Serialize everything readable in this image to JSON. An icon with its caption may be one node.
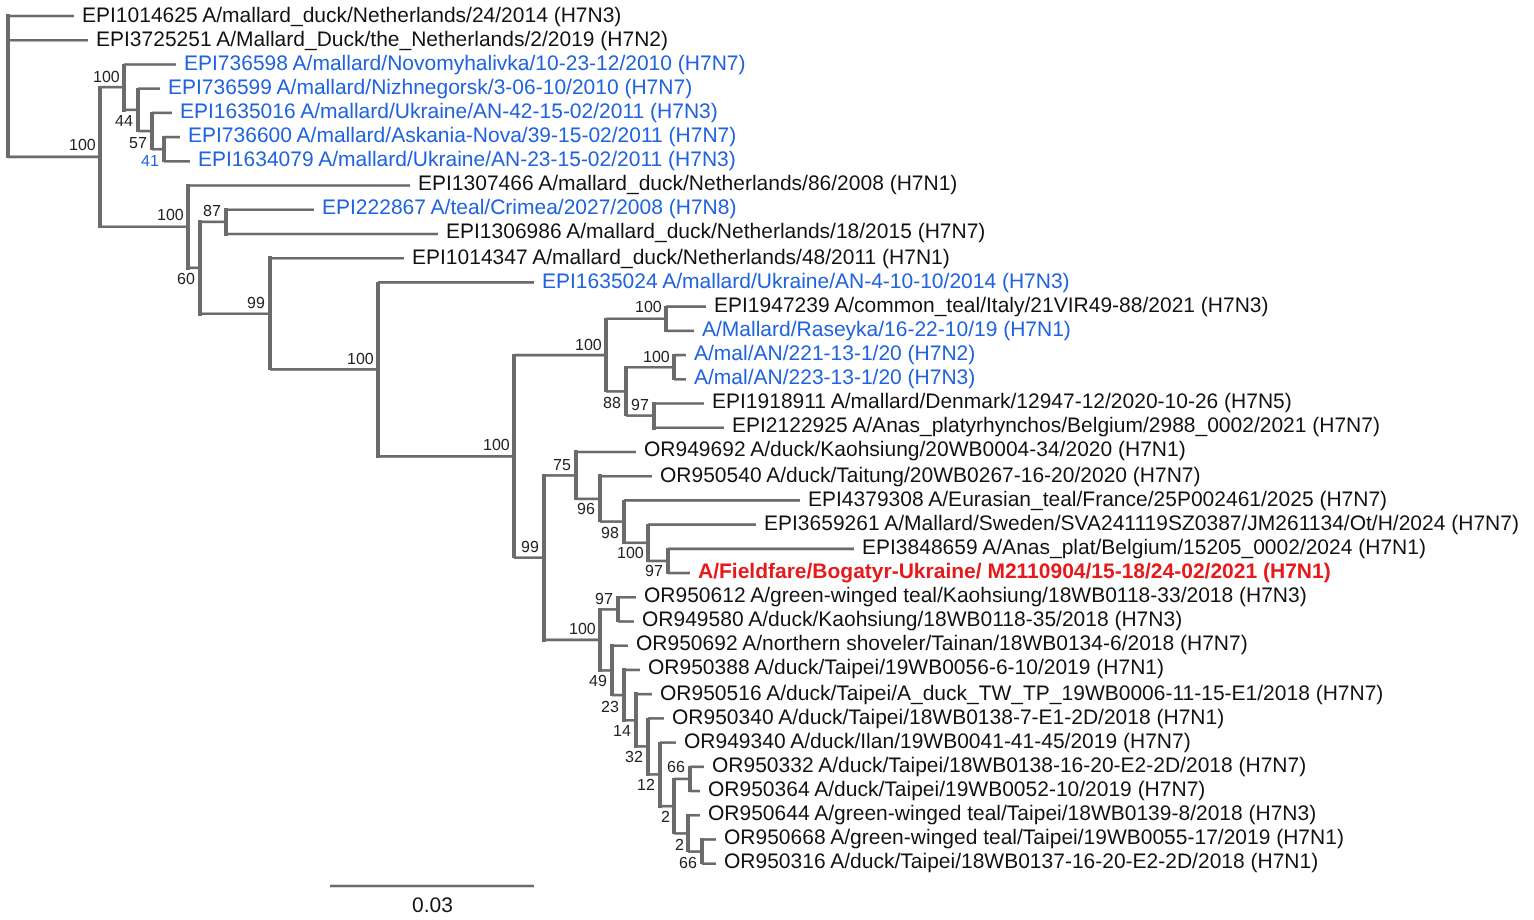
{
  "diagram": {
    "nodes": [
      {
        "text": [],
        "shape": "line"
      },
      {
        "text": [
          "EPI1014625 A/mallard_duck/Netherlands/24/2014 (H7N3)"
        ]
      },
      {
        "text": [
          "EPI3725251 A/Mallard_Duck/the_Netherlands/2/2019 (H7N2)"
        ]
      },
      {
        "text": [],
        "shape": "line",
        "beside": [
          "100"
        ]
      },
      {
        "text": [],
        "shape": "line",
        "beside": [
          "100"
        ]
      },
      {
        "text": [
          "EPI736598 A/mallard/Novomyhalivka/10-23-12/2010 (H7N7)"
        ]
      },
      {
        "text": [],
        "shape": "line",
        "beside": [
          "44"
        ]
      },
      {
        "text": [
          "EPI736599 A/mallard/Nizhnegorsk/3-06-10/2010 (H7N7)"
        ]
      },
      {
        "text": [],
        "shape": "line",
        "beside": [
          "57"
        ]
      },
      {
        "text": [
          "EPI1635016 A/mallard/Ukraine/AN-42-15-02/2011 (H7N3)"
        ]
      },
      {
        "text": [],
        "shape": "line",
        "beside": [
          "41"
        ]
      },
      {
        "text": [
          "EPI736600 A/mallard/Askania-Nova/39-15-02/2011 (H7N7)"
        ]
      },
      {
        "text": [
          "EPI1634079 A/mallard/Ukraine/AN-23-15-02/2011 (H7N3)"
        ]
      },
      {
        "text": [],
        "shape": "line",
        "beside": [
          "100"
        ]
      },
      {
        "text": [
          "EPI1307466 A/mallard_duck/Netherlands/86/2008 (H7N1)"
        ]
      },
      {
        "text": [],
        "shape": "line",
        "beside": [
          "60"
        ]
      },
      {
        "text": [],
        "shape": "line",
        "beside": [
          "87"
        ]
      },
      {
        "text": [
          "EPI222867 A/teal/Crimea/2027/2008 (H7N8)"
        ]
      },
      {
        "text": [
          "EPI1306986 A/mallard_duck/Netherlands/18/2015 (H7N7)"
        ]
      },
      {
        "text": [],
        "shape": "line",
        "beside": [
          "99"
        ]
      },
      {
        "text": [
          "EPI1014347 A/mallard_duck/Netherlands/48/2011 (H7N1)"
        ]
      },
      {
        "text": [],
        "shape": "line",
        "beside": [
          "100"
        ]
      },
      {
        "text": [
          "EPI1635024 A/mallard/Ukraine/AN-4-10-10/2014 (H7N3)"
        ]
      },
      {
        "text": [],
        "shape": "line",
        "beside": [
          "100"
        ]
      },
      {
        "text": [],
        "shape": "line",
        "beside": [
          "100"
        ]
      },
      {
        "text": [],
        "shape": "line",
        "beside": [
          "100"
        ]
      },
      {
        "text": [
          "EPI1947239 A/common_teal/Italy/21VIR49-88/2021 (H7N3)"
        ]
      },
      {
        "text": [
          "A/Mallard/Raseyka/16-22-10/19 (H7N1)"
        ]
      },
      {
        "text": [],
        "shape": "line",
        "beside": [
          "88"
        ]
      },
      {
        "text": [],
        "shape": "line",
        "beside": [
          "100"
        ]
      },
      {
        "text": [
          "A/mal/AN/221-13-1/20 (H7N2)"
        ]
      },
      {
        "text": [
          "A/mal/AN/223-13-1/20 (H7N3)"
        ]
      },
      {
        "text": [],
        "shape": "line",
        "beside": [
          "97"
        ]
      },
      {
        "text": [
          "EPI1918911 A/mallard/Denmark/12947-12/2020-10-26 (H7N5)"
        ]
      },
      {
        "text": [
          "EPI2122925 A/Anas_platyrhynchos/Belgium/2988_0002/2021 (H7N7)"
        ]
      },
      {
        "text": [],
        "shape": "line",
        "beside": [
          "99"
        ]
      },
      {
        "text": [],
        "shape": "line",
        "beside": [
          "75"
        ]
      },
      {
        "text": [
          "OR949692 A/duck/Kaohsiung/20WB0004-34/2020 (H7N1)"
        ]
      },
      {
        "text": [],
        "shape": "line",
        "beside": [
          "96"
        ]
      },
      {
        "text": [
          "OR950540 A/duck/Taitung/20WB0267-16-20/2020 (H7N7)"
        ]
      },
      {
        "text": [],
        "shape": "line",
        "beside": [
          "98"
        ]
      },
      {
        "text": [
          "EPI4379308 A/Eurasian_teal/France/25P002461/2025 (H7N7)"
        ]
      },
      {
        "text": [],
        "shape": "line",
        "beside": [
          "100"
        ]
      },
      {
        "text": [
          "EPI3659261 A/Mallard/Sweden/SVA241119SZ0387/JM261134/Ot/H/2024 (H7N7)"
        ]
      },
      {
        "text": [],
        "shape": "line",
        "beside": [
          "97"
        ]
      },
      {
        "text": [
          "EPI3848659 A/Anas_plat/Belgium/15205_0002/2024 (H7N1)"
        ]
      },
      {
        "text": [
          "A/Fieldfare/Bogatyr-Ukraine/ M2110904/15-18/24-02/2021 (H7N1)"
        ]
      },
      {
        "text": [],
        "shape": "line",
        "beside": [
          "100"
        ]
      },
      {
        "text": [],
        "shape": "line",
        "beside": [
          "97"
        ]
      },
      {
        "text": [
          "OR950612 A/green-winged teal/Kaohsiung/18WB0118-33/2018 (H7N3)"
        ]
      },
      {
        "text": [
          "OR949580 A/duck/Kaohsiung/18WB0118-35/2018 (H7N3)"
        ]
      },
      {
        "text": [],
        "shape": "line",
        "beside": [
          "49"
        ]
      },
      {
        "text": [
          "OR950692 A/northern shoveler/Tainan/18WB0134-6/2018 (H7N7)"
        ]
      },
      {
        "text": [],
        "shape": "line",
        "beside": [
          "23"
        ]
      },
      {
        "text": [
          "OR950388 A/duck/Taipei/19WB0056-6-10/2019 (H7N1)"
        ]
      },
      {
        "text": [],
        "shape": "line",
        "beside": [
          "14"
        ]
      },
      {
        "text": [
          "OR950516 A/duck/Taipei/A_duck_TW_TP_19WB0006-11-15-E1/2018 (H7N7)"
        ]
      },
      {
        "text": [],
        "shape": "line",
        "beside": [
          "32"
        ]
      },
      {
        "text": [
          "OR950340 A/duck/Taipei/18WB0138-7-E1-2D/2018 (H7N1)"
        ]
      },
      {
        "text": [],
        "shape": "line",
        "beside": [
          "12"
        ]
      },
      {
        "text": [
          "OR949340 A/duck/Ilan/19WB0041-41-45/2019 (H7N7)"
        ]
      },
      {
        "text": [],
        "shape": "line",
        "beside": [
          "2"
        ]
      },
      {
        "text": [],
        "shape": "line",
        "beside": [
          "66"
        ]
      },
      {
        "text": [
          "OR950332 A/duck/Taipei/18WB0138-16-20-E2-2D/2018 (H7N7)"
        ]
      },
      {
        "text": [
          "OR950364 A/duck/Taipei/19WB0052-10/2019 (H7N7)"
        ]
      },
      {
        "text": [],
        "shape": "line",
        "beside": [
          "2"
        ]
      },
      {
        "text": [
          "OR950644 A/green-winged teal/Taipei/18WB0139-8/2018 (H7N3)"
        ]
      },
      {
        "text": [],
        "shape": "line",
        "beside": [
          "66"
        ]
      },
      {
        "text": [
          "OR950668 A/green-winged teal/Taipei/19WB0055-17/2019 (H7N1)"
        ]
      },
      {
        "text": [
          "OR950316 A/duck/Taipei/18WB0137-16-20-E2-2D/2018 (H7N1)"
        ]
      }
    ],
    "edges": [
      {
        "from": 0,
        "to": 1,
        "arrow": "none"
      },
      {
        "from": 0,
        "to": 2,
        "arrow": "none"
      },
      {
        "from": 0,
        "to": 3,
        "arrow": "none"
      },
      {
        "from": 3,
        "to": 4,
        "arrow": "none"
      },
      {
        "from": 4,
        "to": 5,
        "arrow": "none"
      },
      {
        "from": 4,
        "to": 6,
        "arrow": "none"
      },
      {
        "from": 6,
        "to": 7,
        "arrow": "none"
      },
      {
        "from": 6,
        "to": 8,
        "arrow": "none"
      },
      {
        "from": 8,
        "to": 9,
        "arrow": "none"
      },
      {
        "from": 8,
        "to": 10,
        "arrow": "none"
      },
      {
        "from": 10,
        "to": 11,
        "arrow": "none"
      },
      {
        "from": 10,
        "to": 12,
        "arrow": "none"
      },
      {
        "from": 3,
        "to": 13,
        "arrow": "none"
      },
      {
        "from": 13,
        "to": 14,
        "arrow": "none"
      },
      {
        "from": 13,
        "to": 15,
        "arrow": "none"
      },
      {
        "from": 15,
        "to": 16,
        "arrow": "none"
      },
      {
        "from": 16,
        "to": 17,
        "arrow": "none"
      },
      {
        "from": 16,
        "to": 18,
        "arrow": "none"
      },
      {
        "from": 15,
        "to": 19,
        "arrow": "none"
      },
      {
        "from": 19,
        "to": 20,
        "arrow": "none"
      },
      {
        "from": 19,
        "to": 21,
        "arrow": "none"
      },
      {
        "from": 21,
        "to": 22,
        "arrow": "none"
      },
      {
        "from": 21,
        "to": 23,
        "arrow": "none"
      },
      {
        "from": 23,
        "to": 24,
        "arrow": "none"
      },
      {
        "from": 24,
        "to": 25,
        "arrow": "none"
      },
      {
        "from": 25,
        "to": 26,
        "arrow": "none"
      },
      {
        "from": 25,
        "to": 27,
        "arrow": "none"
      },
      {
        "from": 24,
        "to": 28,
        "arrow": "none"
      },
      {
        "from": 28,
        "to": 29,
        "arrow": "none"
      },
      {
        "from": 29,
        "to": 30,
        "arrow": "none"
      },
      {
        "from": 29,
        "to": 31,
        "arrow": "none"
      },
      {
        "from": 28,
        "to": 32,
        "arrow": "none"
      },
      {
        "from": 32,
        "to": 33,
        "arrow": "none"
      },
      {
        "from": 32,
        "to": 34,
        "arrow": "none"
      },
      {
        "from": 23,
        "to": 35,
        "arrow": "none"
      },
      {
        "from": 35,
        "to": 36,
        "arrow": "none"
      },
      {
        "from": 36,
        "to": 37,
        "arrow": "none"
      },
      {
        "from": 36,
        "to": 38,
        "arrow": "none"
      },
      {
        "from": 38,
        "to": 39,
        "arrow": "none"
      },
      {
        "from": 38,
        "to": 40,
        "arrow": "none"
      },
      {
        "from": 40,
        "to": 41,
        "arrow": "none"
      },
      {
        "from": 40,
        "to": 42,
        "arrow": "none"
      },
      {
        "from": 42,
        "to": 43,
        "arrow": "none"
      },
      {
        "from": 42,
        "to": 44,
        "arrow": "none"
      },
      {
        "from": 44,
        "to": 45,
        "arrow": "none"
      },
      {
        "from": 44,
        "to": 46,
        "arrow": "none"
      },
      {
        "from": 35,
        "to": 47,
        "arrow": "none"
      },
      {
        "from": 47,
        "to": 48,
        "arrow": "none"
      },
      {
        "from": 48,
        "to": 49,
        "arrow": "none"
      },
      {
        "from": 48,
        "to": 50,
        "arrow": "none"
      },
      {
        "from": 47,
        "to": 51,
        "arrow": "none"
      },
      {
        "from": 51,
        "to": 52,
        "arrow": "none"
      },
      {
        "from": 51,
        "to": 53,
        "arrow": "none"
      },
      {
        "from": 53,
        "to": 54,
        "arrow": "none"
      },
      {
        "from": 53,
        "to": 55,
        "arrow": "none"
      },
      {
        "from": 55,
        "to": 56,
        "arrow": "none"
      },
      {
        "from": 55,
        "to": 57,
        "arrow": "none"
      },
      {
        "from": 57,
        "to": 58,
        "arrow": "none"
      },
      {
        "from": 57,
        "to": 59,
        "arrow": "none"
      },
      {
        "from": 59,
        "to": 60,
        "arrow": "none"
      },
      {
        "from": 59,
        "to": 61,
        "arrow": "none"
      },
      {
        "from": 61,
        "to": 62,
        "arrow": "none"
      },
      {
        "from": 62,
        "to": 63,
        "arrow": "none"
      },
      {
        "from": 62,
        "to": 64,
        "arrow": "none"
      },
      {
        "from": 61,
        "to": 65,
        "arrow": "none"
      },
      {
        "from": 65,
        "to": 66,
        "arrow": "none"
      },
      {
        "from": 65,
        "to": 67,
        "arrow": "none"
      },
      {
        "from": 67,
        "to": 68,
        "arrow": "none"
      },
      {
        "from": 67,
        "to": 69,
        "arrow": "none"
      }
    ],
    "labels": [
      "0.03"
    ]
  }
}
